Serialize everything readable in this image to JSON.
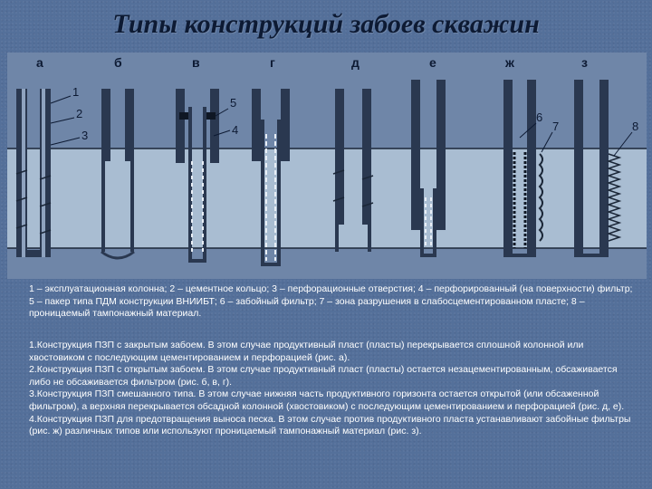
{
  "title": "Типы конструкций забоев скважин",
  "figure": {
    "well_labels": [
      "а",
      "б",
      "в",
      "г",
      "д",
      "е",
      "ж",
      "з"
    ],
    "callouts": [
      "1",
      "2",
      "3",
      "4",
      "5",
      "6",
      "7",
      "8"
    ]
  },
  "legend": "1 – эксплуатационная колонна;   2 – цементное кольцо;   3 – перфорационные отверстия;  4 – перфорированный  (на поверхности)  фильтр;  5 – пакер  типа  ПДМ конструкции ВНИИБТ; 6 – забойный фильтр; 7 – зона разрушения в слабосцементированном пласте; 8 – проницаемый тампонажный материал.",
  "items": [
    "1.Конструкция ПЗП с закрытым забоем. В этом случае продуктивный пласт (пласты) перекрывается сплошной колонной или хвостовиком с последующим цементированием и перфорацией (рис. а).",
    "2.Конструкция ПЗП с открытым забоем. В этом случае продуктивный пласт (пласты) остается незацементированным, обсаживается либо не обсаживается фильтром (рис. б, в, г).",
    "3.Конструкция ПЗП смешанного типа. В этом случае нижняя часть продуктивного горизонта остается открытой (или обсаженной фильтром), а верхняя перекрывается обсадной колонной (хвостовиком) с последующим цементированием и перфорацией (рис. д, е).",
    "4.Конструкция ПЗП для предотвращения выноса песка. В этом случае против продуктивного пласта устанавливают забойные фильтры (рис. ж) различных типов или используют проницаемый тампонажный материал (рис. з)."
  ]
}
